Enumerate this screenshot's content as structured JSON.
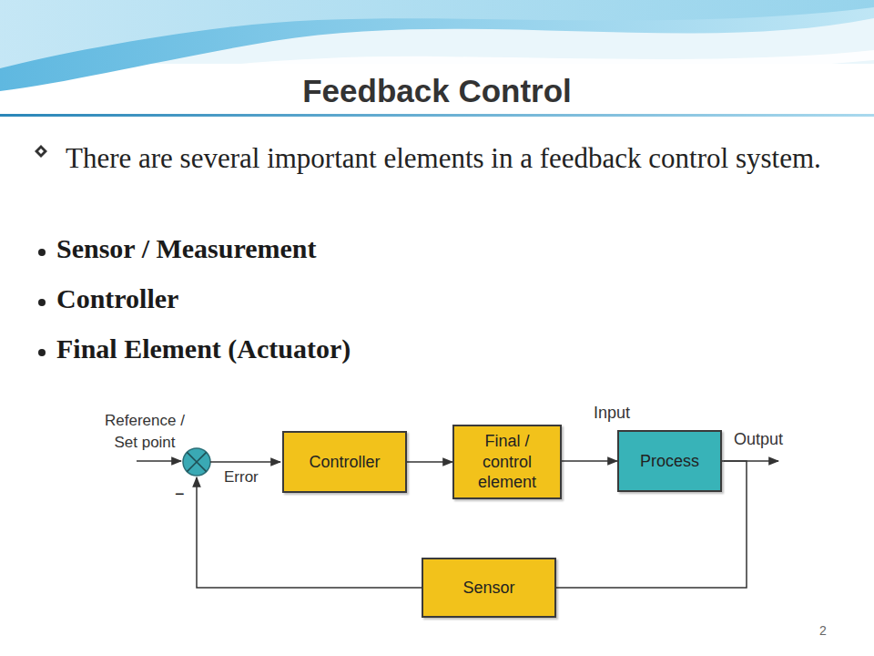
{
  "diagram": {
    "title": "Feedback Control",
    "nodes": [
      {
        "text": [
          "Controller"
        ]
      },
      {
        "text": [
          "Final / control element"
        ]
      },
      {
        "text": [
          "Process"
        ]
      },
      {
        "text": [
          "Sensor"
        ]
      }
    ],
    "edges": [
      {
        "from": 0,
        "to": 1,
        "arrow": "to"
      },
      {
        "from": 1,
        "to": 2,
        "label": "Input",
        "arrow": "to"
      },
      {
        "from": 2,
        "to": 3,
        "arrow": "none"
      }
    ],
    "labels": [
      "There are several important elements in a feedback control system.",
      "Sensor / Measurement",
      "Controller",
      "Final Element (Actuator)",
      "Reference / Set point",
      "Error",
      "Output",
      "−",
      "2"
    ]
  }
}
